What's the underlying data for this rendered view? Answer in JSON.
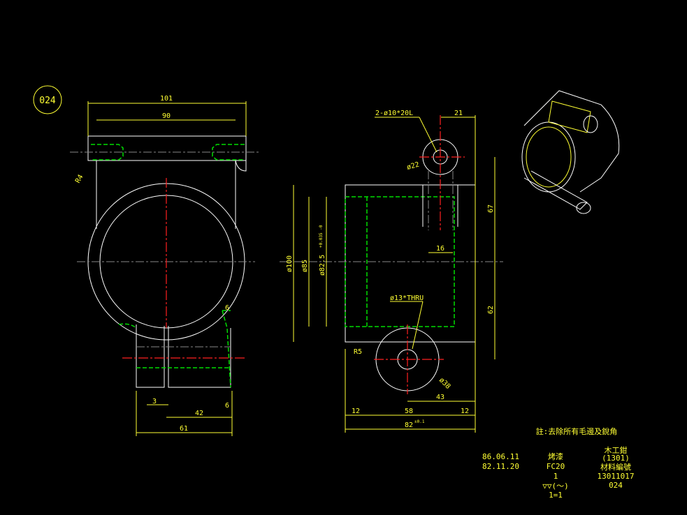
{
  "part_id": "024",
  "left_view": {
    "dims": [
      "101",
      "90",
      "R4",
      "6",
      "3",
      "42",
      "61",
      "6"
    ]
  },
  "front_view": {
    "dims": [
      "2-ø10*20L",
      "21",
      "ø22",
      "ø100",
      "ø85",
      "ø82.5",
      "67",
      "16",
      "ø13*THRU",
      "62",
      "R5",
      "ø38",
      "12",
      "58",
      "43",
      "12",
      "82"
    ],
    "tol_825": "+0.035 -0",
    "tol_82": "±0.1"
  },
  "notes": {
    "remark": "註:去除所有毛邊及銳角",
    "date1": "86.06.11",
    "date2": "82.11.20",
    "finish": "烤漆",
    "material": "FC20",
    "qty": "1",
    "surface": "▽▽(～)",
    "scale": "1=1",
    "name": "木工鉗",
    "code": "(1301)",
    "name2": "材料編號",
    "part_no": "13011017",
    "drawing_no": "024"
  }
}
